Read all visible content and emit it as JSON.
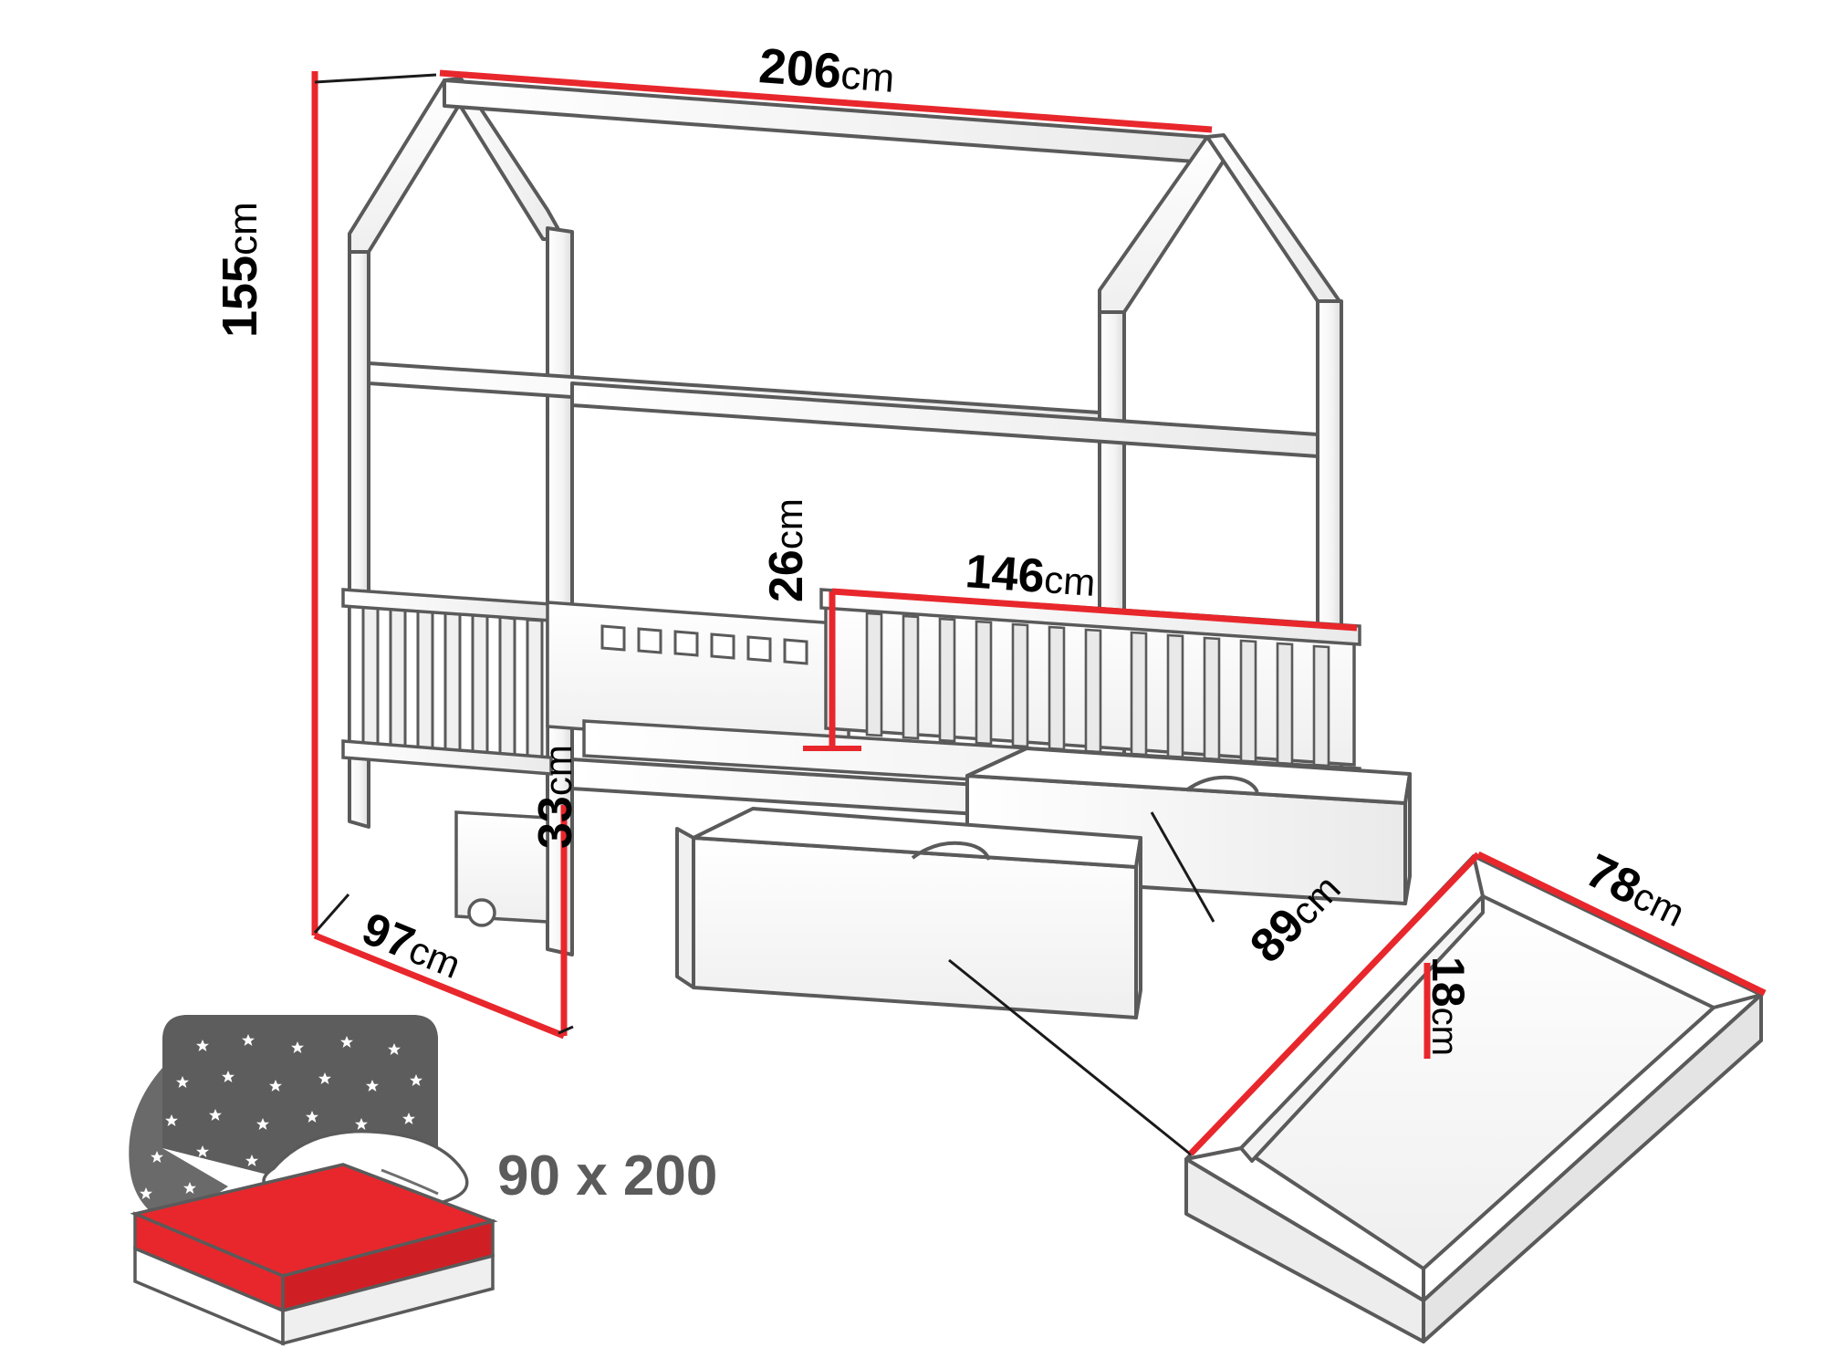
{
  "diagram": {
    "title": "House bed with drawers - dimension drawing",
    "colors": {
      "accent_red": "#e8272c",
      "line_gray": "#5a5a5a",
      "line_gray_light": "#8a8a8a",
      "fill_white": "#ffffff",
      "fill_shade": "#f2f2f2",
      "mattress_label_gray": "#5b5b5b",
      "blanket_gray": "#5d5d5d",
      "mattress_red": "#e8272c",
      "background": "#ffffff"
    }
  },
  "dimensions": {
    "overall_width": {
      "num": "206",
      "unit": "cm"
    },
    "overall_height": {
      "num": "155",
      "unit": "cm"
    },
    "sleeping_length": {
      "num": "146",
      "unit": "cm"
    },
    "rail_height": {
      "num": "26",
      "unit": "cm"
    },
    "depth": {
      "num": "97",
      "unit": "cm"
    },
    "floor_clearance": {
      "num": "33",
      "unit": "cm"
    },
    "drawer_length": {
      "num": "89",
      "unit": "cm"
    },
    "drawer_width": {
      "num": "78",
      "unit": "cm"
    },
    "drawer_height": {
      "num": "18",
      "unit": "cm"
    }
  },
  "mattress": {
    "size_label": "90 x 200"
  },
  "icons": {
    "bed_frame": "house-bed-icon",
    "drawer_front": "drawer-icon",
    "mattress": "mattress-icon",
    "blanket": "star-blanket-icon",
    "pillow": "pillow-icon"
  }
}
